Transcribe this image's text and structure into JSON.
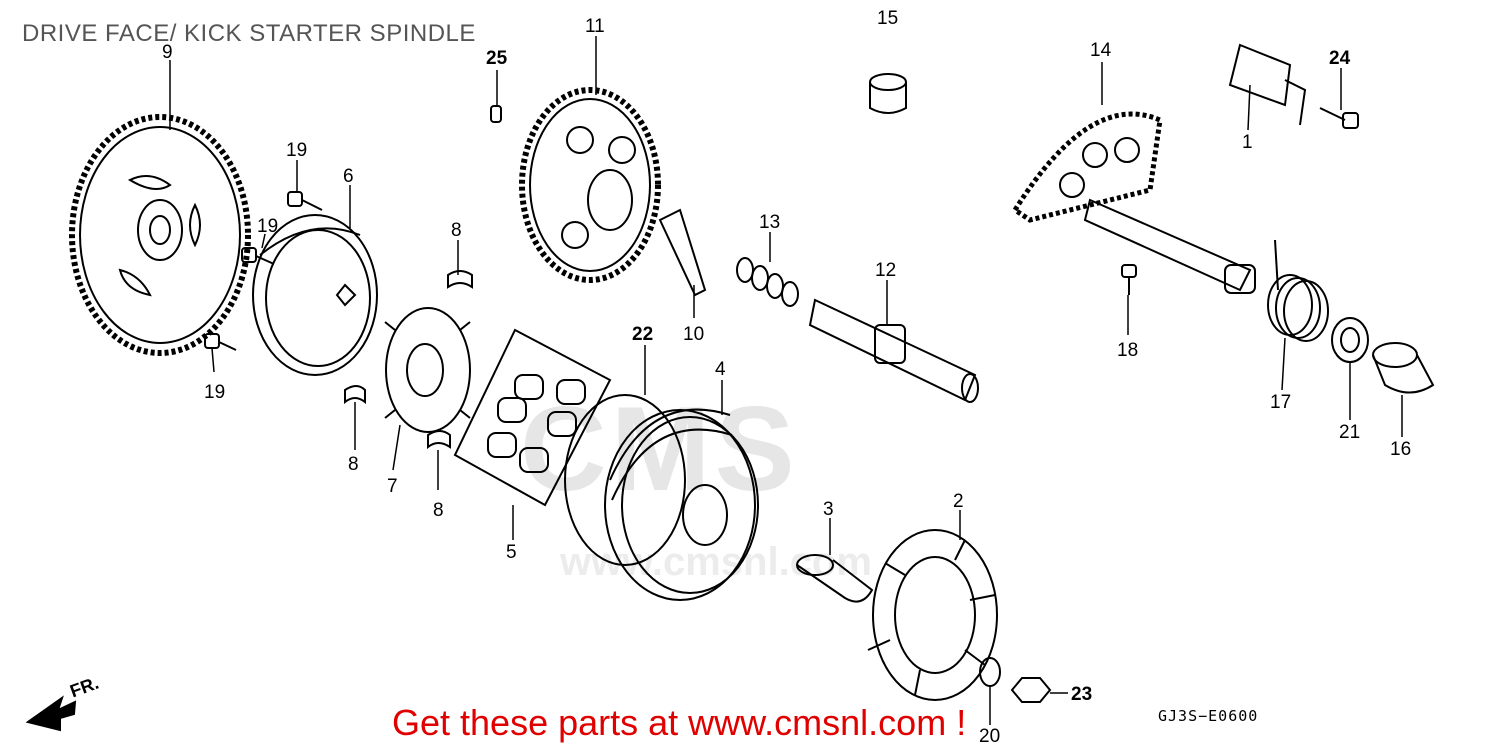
{
  "diagram": {
    "title": "DRIVE FACE/ KICK STARTER SPINDLE",
    "code": "GJ3S−E0600",
    "promo": "Get these parts at www.cmsnl.com !",
    "direction_label": "FR.",
    "watermark": {
      "brand": "CMS",
      "url": "www.cmsnl.com"
    },
    "callouts": [
      {
        "id": "9",
        "label": "9"
      },
      {
        "id": "19a",
        "label": "19"
      },
      {
        "id": "19b",
        "label": "19"
      },
      {
        "id": "19c",
        "label": "19"
      },
      {
        "id": "6",
        "label": "6"
      },
      {
        "id": "8a",
        "label": "8"
      },
      {
        "id": "8b",
        "label": "8"
      },
      {
        "id": "8c",
        "label": "8"
      },
      {
        "id": "7",
        "label": "7"
      },
      {
        "id": "25",
        "label": "25"
      },
      {
        "id": "11",
        "label": "11"
      },
      {
        "id": "10",
        "label": "10"
      },
      {
        "id": "22",
        "label": "22"
      },
      {
        "id": "5",
        "label": "5"
      },
      {
        "id": "4",
        "label": "4"
      },
      {
        "id": "13",
        "label": "13"
      },
      {
        "id": "12",
        "label": "12"
      },
      {
        "id": "15",
        "label": "15"
      },
      {
        "id": "14",
        "label": "14"
      },
      {
        "id": "1",
        "label": "1"
      },
      {
        "id": "24",
        "label": "24"
      },
      {
        "id": "18",
        "label": "18"
      },
      {
        "id": "17",
        "label": "17"
      },
      {
        "id": "21",
        "label": "21"
      },
      {
        "id": "16",
        "label": "16"
      },
      {
        "id": "3",
        "label": "3"
      },
      {
        "id": "2",
        "label": "2"
      },
      {
        "id": "20",
        "label": "20"
      },
      {
        "id": "23",
        "label": "23"
      }
    ]
  }
}
